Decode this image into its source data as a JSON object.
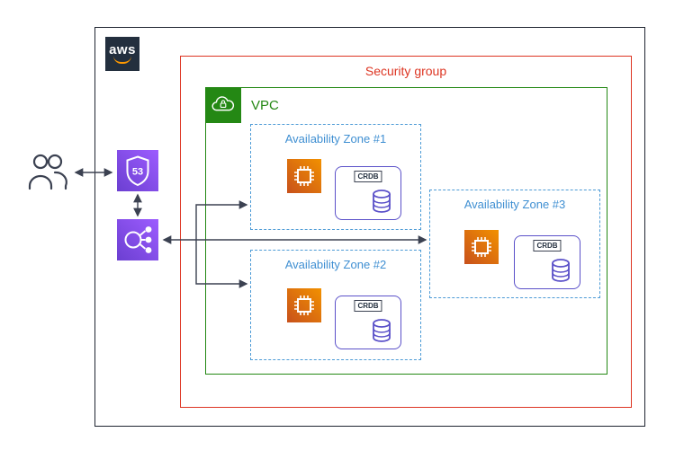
{
  "diagram": {
    "logo": "aws",
    "security_group": {
      "label": "Security group"
    },
    "vpc": {
      "label": "VPC"
    },
    "zones": [
      {
        "label": "Availability Zone #1",
        "db_label": "CRDB"
      },
      {
        "label": "Availability Zone #2",
        "db_label": "CRDB"
      },
      {
        "label": "Availability Zone #3",
        "db_label": "CRDB"
      }
    ],
    "icons": {
      "route53_number": "53"
    },
    "colors": {
      "security_group_red": "#dd3522",
      "vpc_green": "#248814",
      "az_blue": "#4d9bd6",
      "network_purple": "#8c4fff",
      "ec2_orange": "#ed7100",
      "db_purple": "#5b51c9",
      "dark": "#232f3e"
    }
  }
}
